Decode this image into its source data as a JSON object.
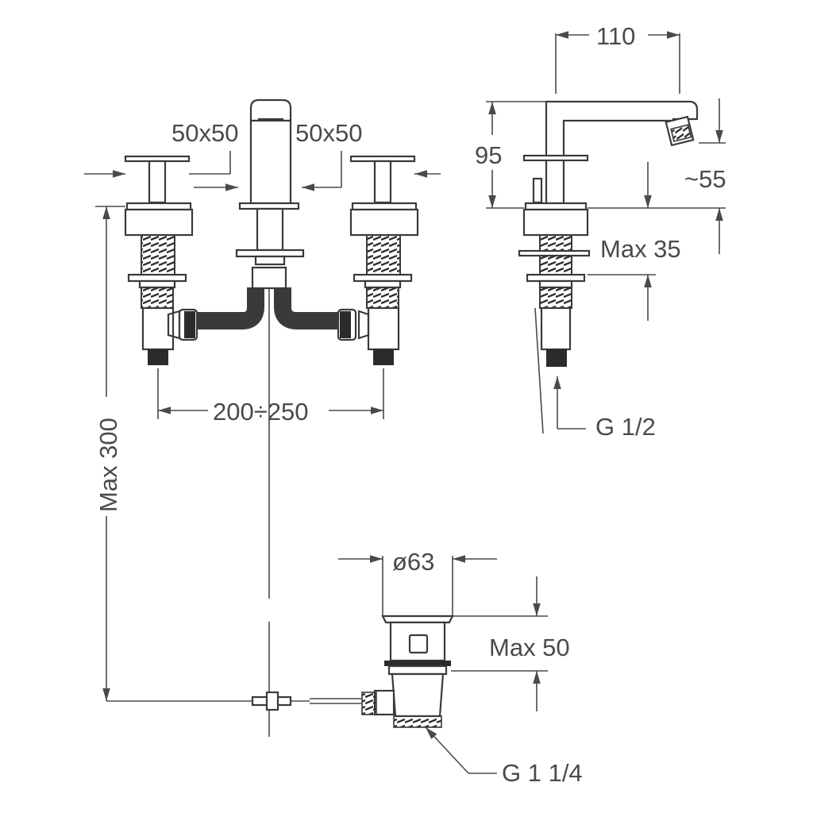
{
  "dimensions": {
    "width_top": "110",
    "height_spout": "95",
    "spout_drop": "~55",
    "max_thickness_deck": "Max 35",
    "handle_left_size": "50x50",
    "handle_right_size": "50x50",
    "center_spacing": "200÷250",
    "max_depth": "Max 300",
    "thread_inlet": "G 1/2",
    "waste_diameter": "ø63",
    "waste_max_thickness": "Max 50",
    "waste_thread": "G 1 1/4"
  },
  "colors": {
    "line": "#4a4a4a",
    "background": "#ffffff"
  }
}
